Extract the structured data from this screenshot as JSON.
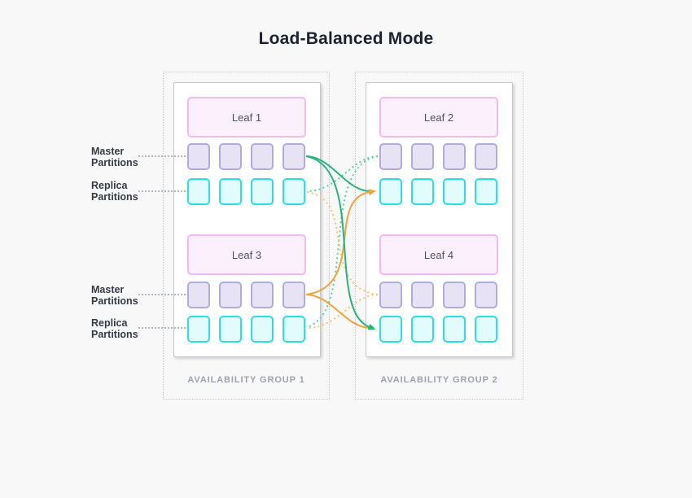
{
  "title": "Load-Balanced Mode",
  "side_labels": {
    "master": "Master Partitions",
    "replica": "Replica Partitions"
  },
  "groups": [
    {
      "caption": "AVAILABILITY GROUP 1",
      "leaves": [
        {
          "name": "Leaf 1"
        },
        {
          "name": "Leaf 3"
        }
      ]
    },
    {
      "caption": "AVAILABILITY GROUP 2",
      "leaves": [
        {
          "name": "Leaf 2"
        },
        {
          "name": "Leaf 4"
        }
      ]
    }
  ],
  "partitions_per_leaf": 4,
  "colors": {
    "background": "#f8f8f9",
    "solid_green": "#27b47a",
    "dotted_green": "#54d69e",
    "solid_orange": "#f2a43c",
    "dotted_orange": "#f6c468",
    "master_fill": "#e7e3f5",
    "master_border": "#b3abdc",
    "replica_fill": "#e2fbfc",
    "replica_border": "#2ae0e6",
    "leaf_fill": "#fcf0fc",
    "leaf_border": "#f1bbee"
  },
  "connections": [
    {
      "from": "Leaf 1 master partitions",
      "to": "Leaf 2 replica partitions",
      "line": "solid",
      "color": "green"
    },
    {
      "from": "Leaf 1 master partitions",
      "to": "Leaf 4 replica partitions",
      "line": "solid",
      "color": "green"
    },
    {
      "from": "Leaf 3 master partitions",
      "to": "Leaf 2 replica partitions",
      "line": "solid",
      "color": "orange"
    },
    {
      "from": "Leaf 3 master partitions",
      "to": "Leaf 4 replica partitions",
      "line": "solid",
      "color": "orange"
    },
    {
      "from": "Leaf 2 master partitions",
      "to": "Leaf 1 replica partitions",
      "line": "dotted",
      "color": "green"
    },
    {
      "from": "Leaf 2 master partitions",
      "to": "Leaf 3 replica partitions",
      "line": "dotted",
      "color": "green"
    },
    {
      "from": "Leaf 4 master partitions",
      "to": "Leaf 1 replica partitions",
      "line": "dotted",
      "color": "orange"
    },
    {
      "from": "Leaf 4 master partitions",
      "to": "Leaf 3 replica partitions",
      "line": "dotted",
      "color": "orange"
    }
  ]
}
